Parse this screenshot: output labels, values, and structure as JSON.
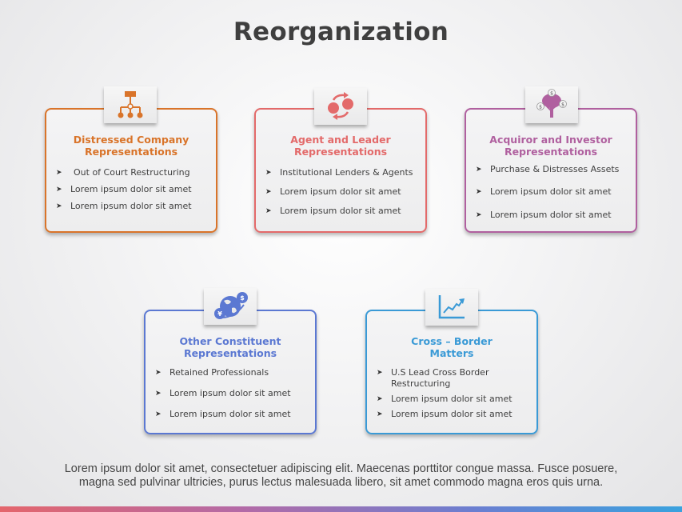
{
  "title": "Reorganization",
  "cards": [
    {
      "icon": "org-chart-icon",
      "color": "#d9742a",
      "title_line1": "Distressed Company",
      "title_line2": "Representations",
      "bullets": [
        "Out of Court Restructuring",
        "Lorem ipsum dolor sit amet",
        "Lorem ipsum dolor sit amet"
      ]
    },
    {
      "icon": "cycle-arrows-icon",
      "color": "#e36a6a",
      "title_line1": "Agent and Leader",
      "title_line2": "Representations",
      "bullets": [
        "Institutional Lenders & Agents",
        "Lorem ipsum dolor sit amet",
        "Lorem ipsum dolor sit amet"
      ]
    },
    {
      "icon": "money-tree-icon",
      "color": "#b0609f",
      "title_line1": "Acquiror and Investor",
      "title_line2": "Representations",
      "bullets": [
        "Purchase & Distresses Assets",
        "Lorem ipsum dolor sit amet",
        "Lorem ipsum dolor sit amet"
      ]
    },
    {
      "icon": "globe-currency-icon",
      "color": "#5b78d2",
      "title_line1": "Other Constituent",
      "title_line2": "Representations",
      "bullets": [
        "Retained Professionals",
        "Lorem ipsum dolor sit amet",
        "Lorem ipsum dolor sit amet"
      ]
    },
    {
      "icon": "growth-chart-icon",
      "color": "#3a9ad6",
      "title_line1": "Cross – Border",
      "title_line2": "Matters",
      "bullets": [
        "U.S Lead Cross Border Restructuring",
        "Lorem ipsum dolor sit amet",
        "Lorem ipsum dolor sit amet"
      ]
    }
  ],
  "bullet_glyph": "➤",
  "footer": {
    "line1": "Lorem ipsum dolor sit amet, consectetuer adipiscing elit. Maecenas porttitor congue massa. Fusce posuere,",
    "line2": "magna sed pulvinar ultricies, purus lectus malesuada libero, sit amet commodo magna eros quis urna."
  }
}
